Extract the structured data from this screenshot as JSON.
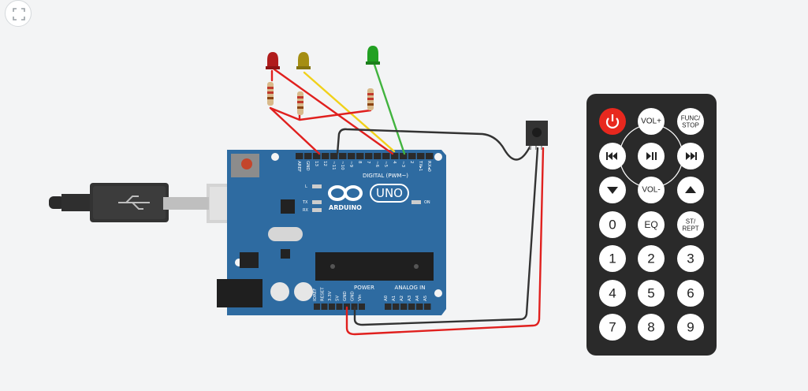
{
  "toolbar": {
    "fit_icon": "fit-to-view-icon"
  },
  "arduino": {
    "label_arduino": "ARDUINO",
    "label_uno": "UNO",
    "label_digital": "DIGITAL (PWM~)",
    "label_analog": "ANALOG IN",
    "label_power": "POWER",
    "label_on": "ON",
    "label_tx": "TX",
    "label_rx": "RX",
    "label_l": "L",
    "digital_pins": [
      "AREF",
      "GND",
      "13",
      "12",
      "~11",
      "~10",
      "~9",
      "8",
      "7",
      "~6",
      "~5",
      "4",
      "~3",
      "2",
      "TX▸1",
      "RX◂0"
    ],
    "power_pins": [
      "IOREF",
      "RESET",
      "3.3V",
      "5V",
      "GND",
      "GND",
      "Vin"
    ],
    "analog_pins": [
      "A0",
      "A1",
      "A2",
      "A3",
      "A4",
      "A5"
    ]
  },
  "leds": [
    {
      "name": "red-led",
      "color": "#b01c1c"
    },
    {
      "name": "yellow-led",
      "color": "#a58e12"
    },
    {
      "name": "green-led",
      "color": "#22a022"
    }
  ],
  "wires": {
    "red": "#e0201e",
    "yellow": "#f1d11a",
    "green": "#41b33e",
    "black": "#333333"
  },
  "remote": {
    "buttons": [
      {
        "id": "power",
        "label": "",
        "icon": "power-icon",
        "row": 0,
        "col": 0
      },
      {
        "id": "vol-up",
        "label": "VOL+",
        "row": 0,
        "col": 1
      },
      {
        "id": "func-stop",
        "label": "FUNC/",
        "label2": "STOP",
        "row": 0,
        "col": 2
      },
      {
        "id": "prev",
        "label": "",
        "icon": "skip-back-icon",
        "row": 1,
        "col": 0
      },
      {
        "id": "play-pause",
        "label": "",
        "icon": "play-pause-icon",
        "row": 1,
        "col": 1
      },
      {
        "id": "next",
        "label": "",
        "icon": "skip-forward-icon",
        "row": 1,
        "col": 2
      },
      {
        "id": "down",
        "label": "",
        "icon": "arrow-down-icon",
        "row": 2,
        "col": 0
      },
      {
        "id": "vol-down",
        "label": "VOL-",
        "row": 2,
        "col": 1
      },
      {
        "id": "up",
        "label": "",
        "icon": "arrow-up-icon",
        "row": 2,
        "col": 2
      },
      {
        "id": "0",
        "label": "0",
        "row": 3,
        "col": 0
      },
      {
        "id": "eq",
        "label": "EQ",
        "row": 3,
        "col": 1
      },
      {
        "id": "st-rept",
        "label": "ST/",
        "label2": "REPT",
        "row": 3,
        "col": 2
      },
      {
        "id": "1",
        "label": "1",
        "row": 4,
        "col": 0
      },
      {
        "id": "2",
        "label": "2",
        "row": 4,
        "col": 1
      },
      {
        "id": "3",
        "label": "3",
        "row": 4,
        "col": 2
      },
      {
        "id": "4",
        "label": "4",
        "row": 5,
        "col": 0
      },
      {
        "id": "5",
        "label": "5",
        "row": 5,
        "col": 1
      },
      {
        "id": "6",
        "label": "6",
        "row": 5,
        "col": 2
      },
      {
        "id": "7",
        "label": "7",
        "row": 6,
        "col": 0
      },
      {
        "id": "8",
        "label": "8",
        "row": 6,
        "col": 1
      },
      {
        "id": "9",
        "label": "9",
        "row": 6,
        "col": 2
      }
    ]
  }
}
